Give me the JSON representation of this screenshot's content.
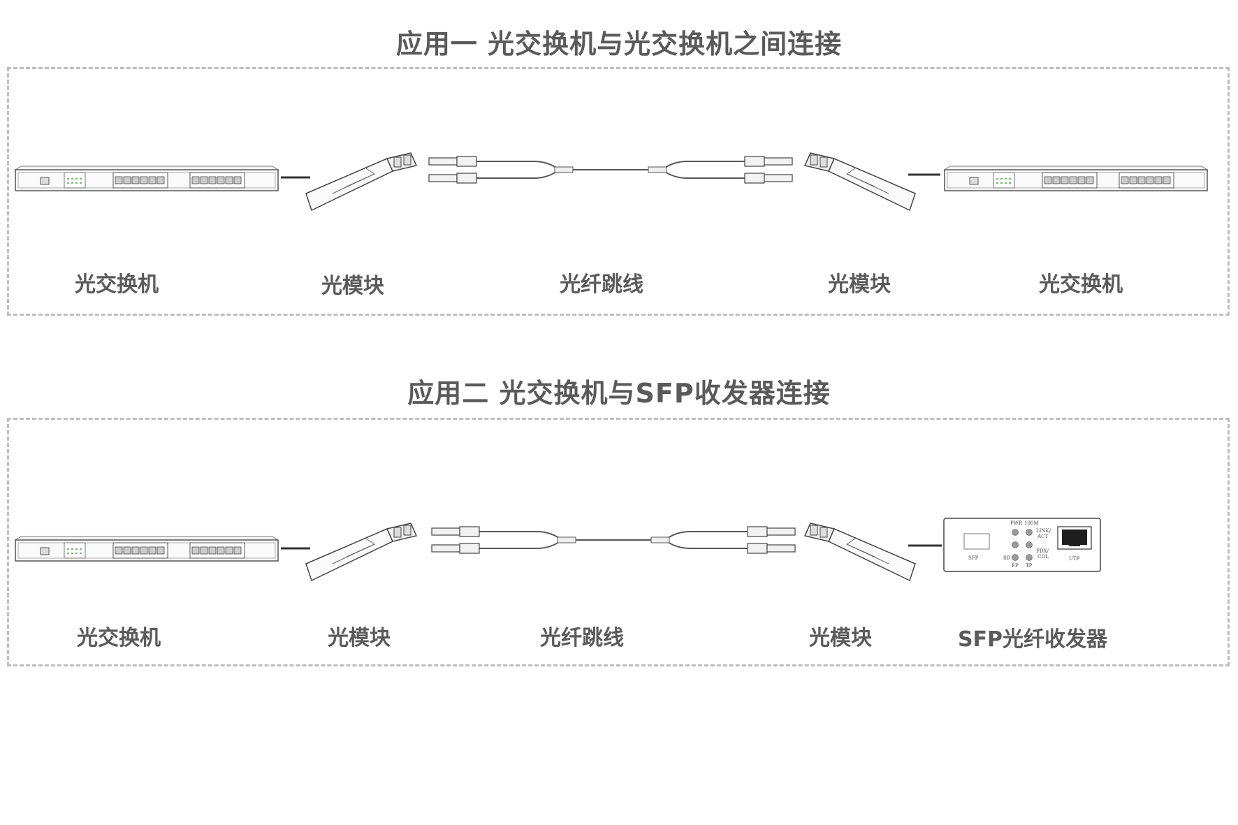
{
  "app1": {
    "title": "应用一  光交换机与光交换机之间连接",
    "labels": [
      "光交换机",
      "光模块",
      "光纤跳线",
      "光模块",
      "光交换机"
    ]
  },
  "app2": {
    "title": "应用二  光交换机与SFP收发器连接",
    "labels": [
      "光交换机",
      "光模块",
      "光纤跳线",
      "光模块",
      "SFP光纤收发器"
    ]
  },
  "transceiver": {
    "sfp": "SFP",
    "pwr": "PWR",
    "mbps": "100M",
    "link": "LINK/",
    "act": "ACT",
    "fdx": "FDX/",
    "col": "COL",
    "sd": "SD",
    "fp": "FP",
    "tp": "TP",
    "utp": "UTP"
  }
}
